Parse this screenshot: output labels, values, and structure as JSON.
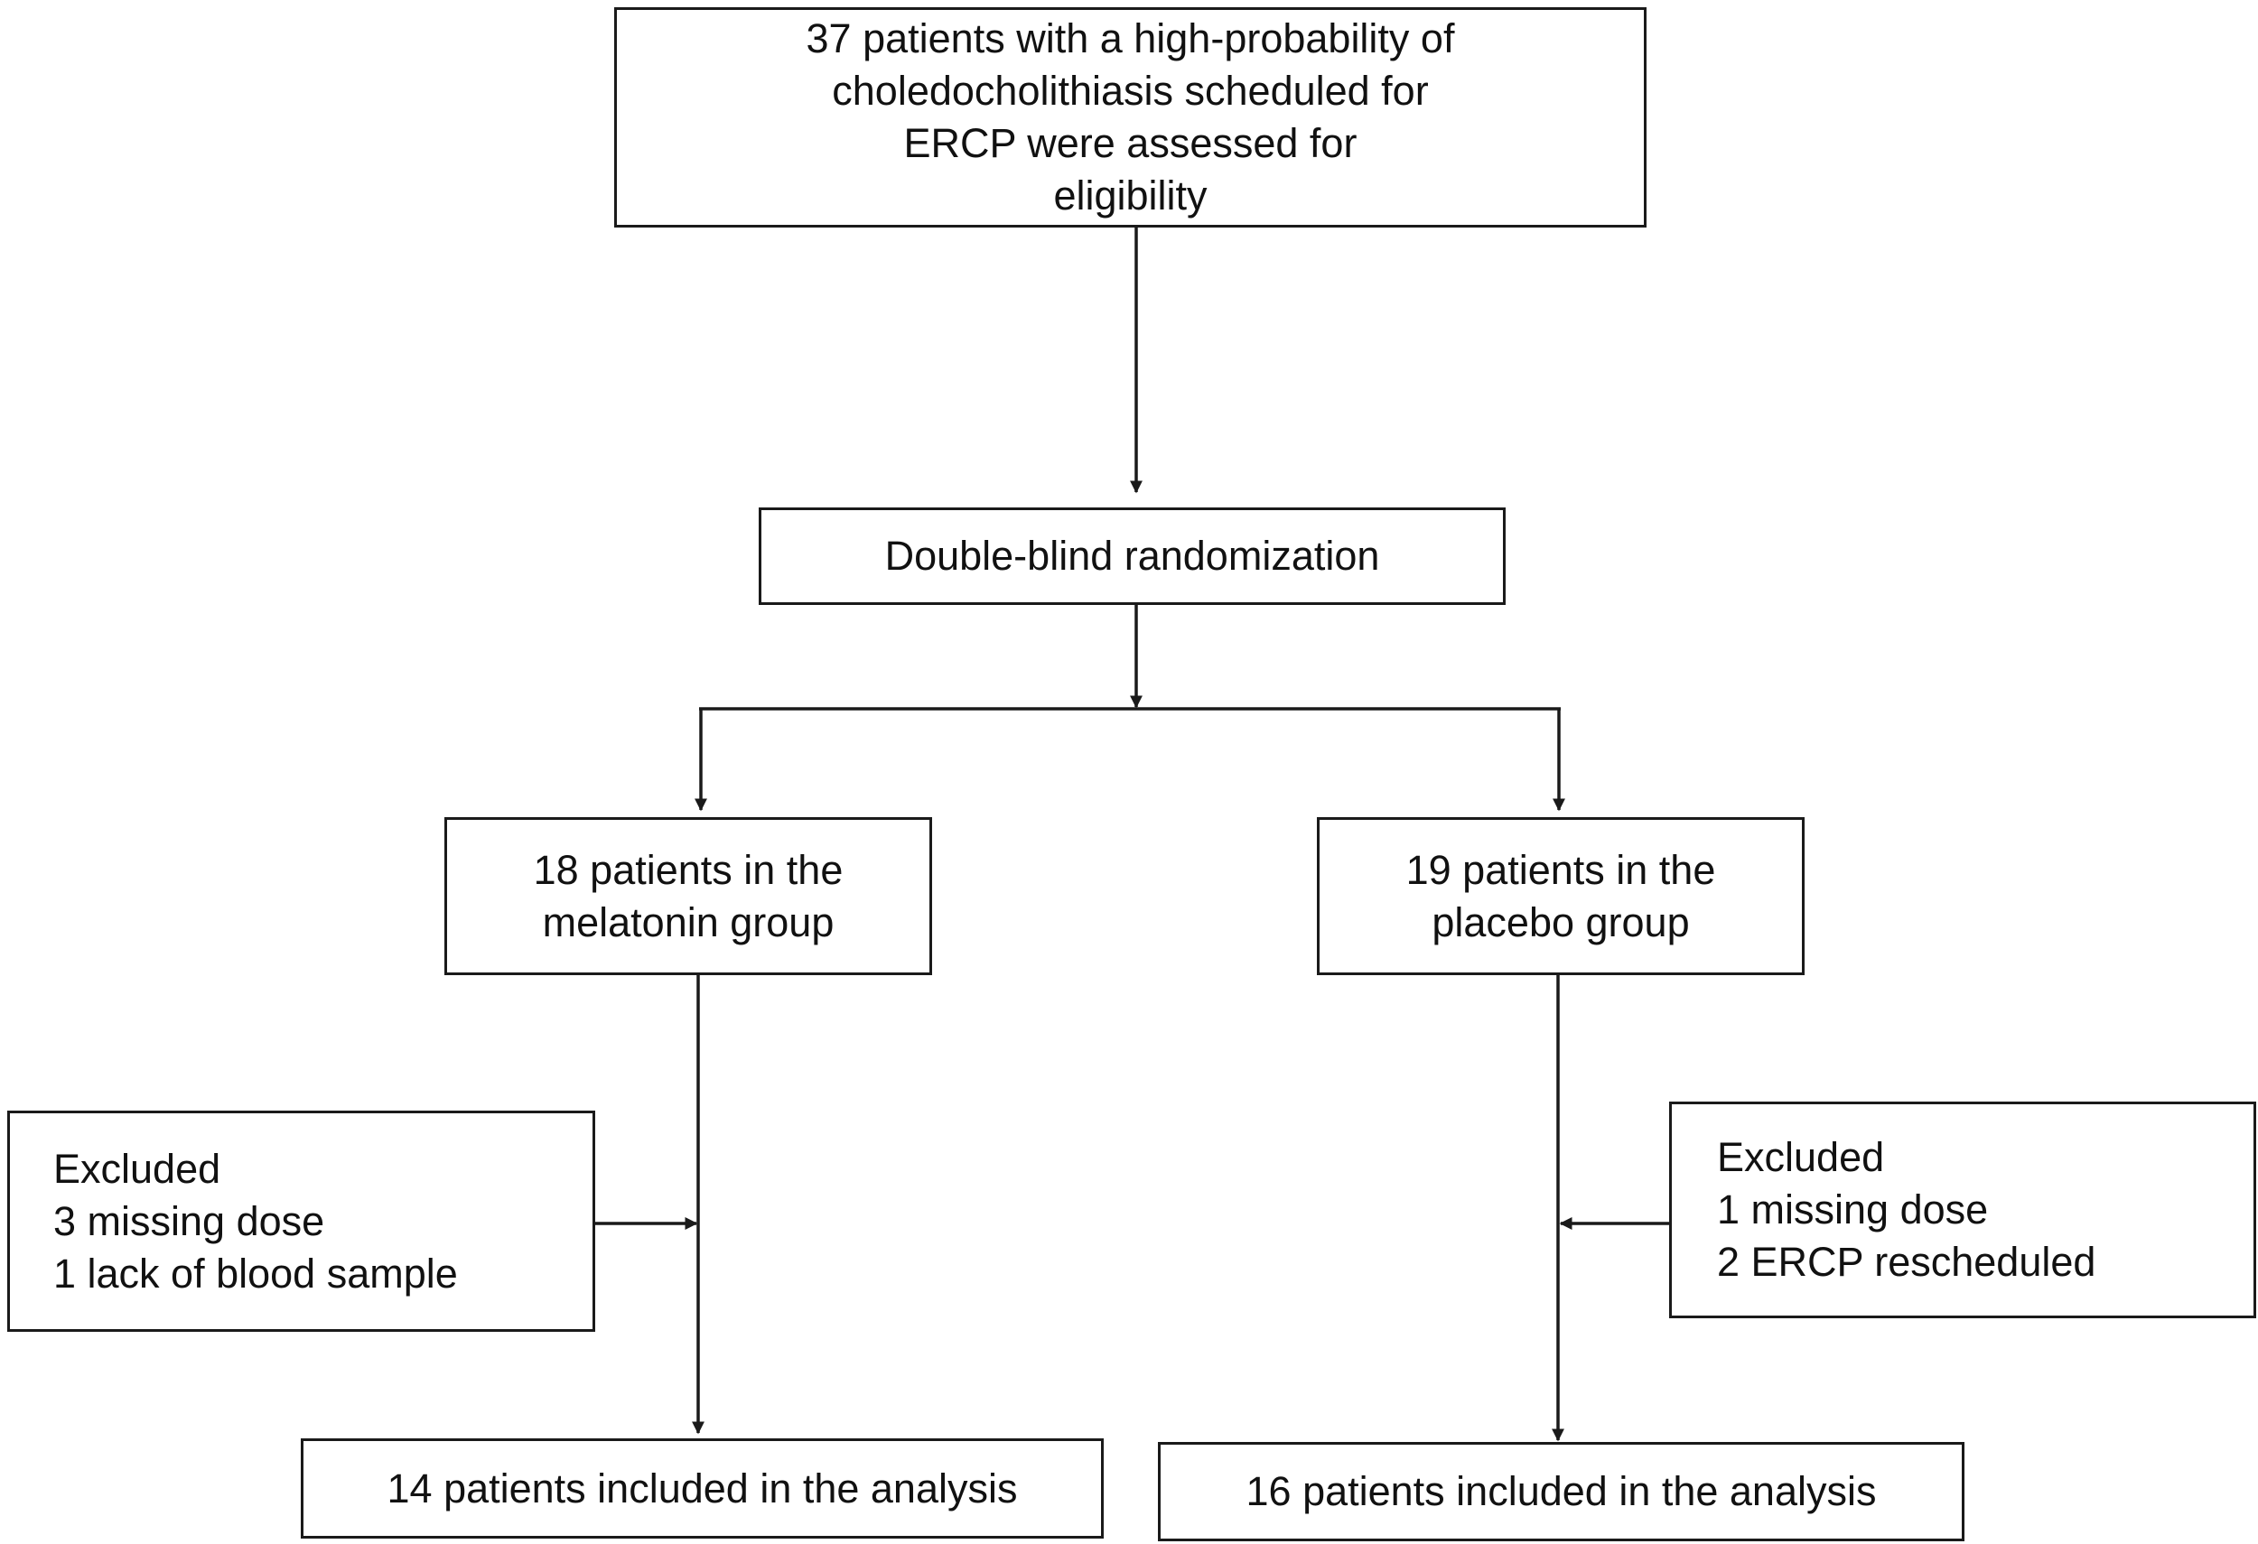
{
  "flowchart": {
    "screening": {
      "lines": [
        "37 patients with a high-probability of",
        "choledocholithiasis scheduled for",
        "ERCP were assessed for",
        "eligibility"
      ]
    },
    "randomization": {
      "label": "Double-blind randomization"
    },
    "melatonin_group": {
      "lines": [
        "18 patients in the",
        "melatonin group"
      ]
    },
    "placebo_group": {
      "lines": [
        "19 patients in the",
        "placebo group"
      ]
    },
    "melatonin_excluded": {
      "lines": [
        "Excluded",
        "3 missing dose",
        "1 lack of blood sample"
      ]
    },
    "placebo_excluded": {
      "lines": [
        "Excluded",
        "1 missing dose",
        "2 ERCP rescheduled"
      ]
    },
    "melatonin_analysis": {
      "label": "14 patients included in the analysis"
    },
    "placebo_analysis": {
      "label": "16 patients included in the analysis"
    }
  },
  "colors": {
    "stroke": "#1a1a1a",
    "background": "#ffffff",
    "text": "#111111"
  }
}
